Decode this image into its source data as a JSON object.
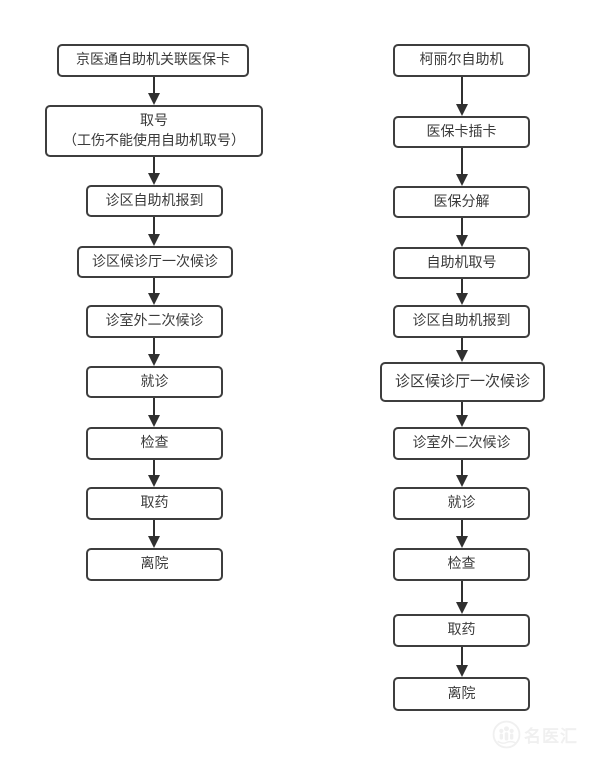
{
  "colors": {
    "box_border": "#3e3e3e",
    "box_text": "#3a3a3a",
    "arrow": "#303030",
    "watermark": "#f0f0f0",
    "background": "#ffffff"
  },
  "flow_left": {
    "steps": [
      {
        "label": "京医通自助机关联医保卡"
      },
      {
        "label": "取号\n（工伤不能使用自助机取号）"
      },
      {
        "label": "诊区自助机报到"
      },
      {
        "label": "诊区候诊厅一次候诊"
      },
      {
        "label": "诊室外二次候诊"
      },
      {
        "label": "就诊"
      },
      {
        "label": "检查"
      },
      {
        "label": "取药"
      },
      {
        "label": "离院"
      }
    ]
  },
  "flow_right": {
    "steps": [
      {
        "label": "柯丽尔自助机"
      },
      {
        "label": "医保卡插卡"
      },
      {
        "label": "医保分解"
      },
      {
        "label": "自助机取号"
      },
      {
        "label": "诊区自助机报到"
      },
      {
        "label": "诊区候诊厅一次候诊"
      },
      {
        "label": "诊室外二次候诊"
      },
      {
        "label": "就诊"
      },
      {
        "label": "检查"
      },
      {
        "label": "取药"
      },
      {
        "label": "离院"
      }
    ]
  },
  "watermark": {
    "text": "名医汇",
    "logo": "group-of-people-in-circle"
  }
}
